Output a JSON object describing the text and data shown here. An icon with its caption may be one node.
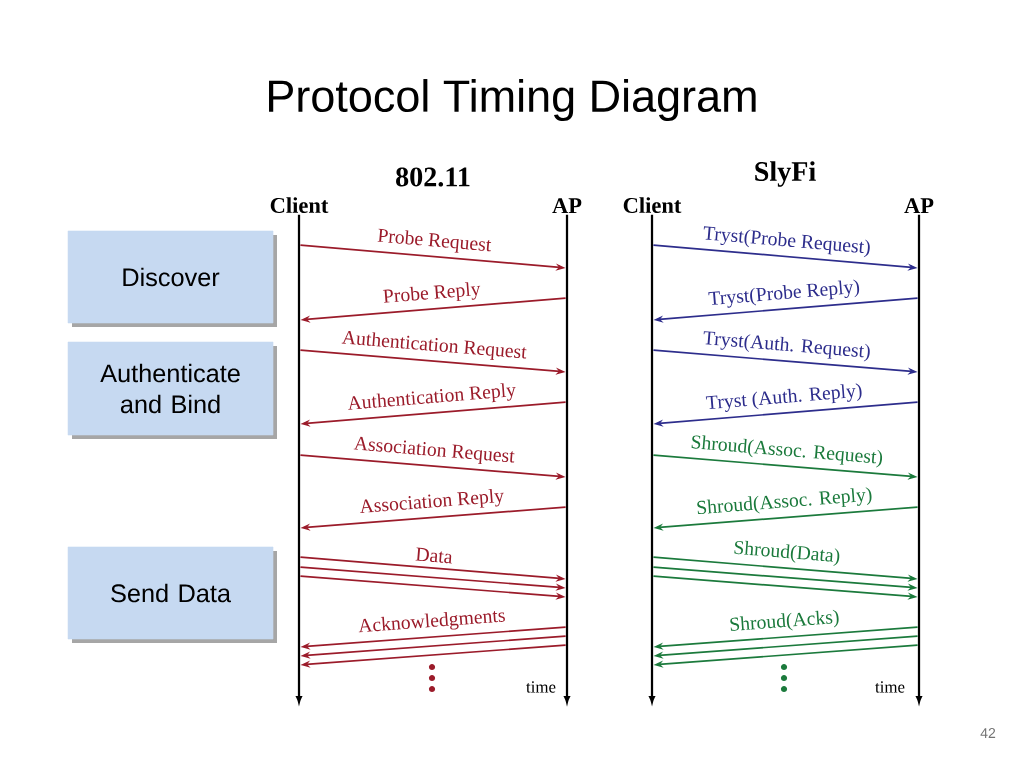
{
  "diagram": {
    "title": "Protocol Timing Diagram",
    "nodes": [
      {
        "text": [
          "Client"
        ]
      },
      {
        "text": [
          "AP"
        ]
      },
      {
        "text": [
          "Client"
        ]
      },
      {
        "text": [
          "AP"
        ]
      },
      {
        "text": [
          "Discover"
        ]
      },
      {
        "text": [
          "Authenticate and Bind"
        ]
      },
      {
        "text": [
          "Send Data"
        ]
      }
    ],
    "edges": [
      {
        "from": 0,
        "to": 1,
        "arrow": "to",
        "label": "Probe Request"
      },
      {
        "from": 1,
        "to": 0,
        "arrow": "to",
        "label": "Probe Reply"
      },
      {
        "from": 0,
        "to": 1,
        "arrow": "to",
        "label": "Authentication Request"
      },
      {
        "from": 1,
        "to": 0,
        "arrow": "to",
        "label": "Authentication Reply"
      },
      {
        "from": 0,
        "to": 1,
        "arrow": "to",
        "label": "Association Request"
      },
      {
        "from": 1,
        "to": 0,
        "arrow": "to",
        "label": "Association Reply"
      },
      {
        "from": 0,
        "to": 1,
        "arrow": "to",
        "label": "Data"
      },
      {
        "from": 0,
        "to": 1,
        "arrow": "to"
      },
      {
        "from": 0,
        "to": 1,
        "arrow": "to"
      },
      {
        "from": 1,
        "to": 0,
        "arrow": "to",
        "label": "Acknowledgments"
      },
      {
        "from": 1,
        "to": 0,
        "arrow": "to"
      },
      {
        "from": 1,
        "to": 0,
        "arrow": "to"
      },
      {
        "from": 2,
        "to": 3,
        "arrow": "to",
        "label": "Tryst(Probe Request)",
        "color": "#2d2d8c"
      },
      {
        "from": 3,
        "to": 2,
        "arrow": "to",
        "label": "Tryst(Probe Reply)",
        "color": "#2d2d8c"
      },
      {
        "from": 2,
        "to": 3,
        "arrow": "to",
        "label": "Tryst(Auth. Request)",
        "color": "#2d2d8c"
      },
      {
        "from": 3,
        "to": 2,
        "arrow": "to",
        "label": "Tryst (Auth. Reply)",
        "color": "#2d2d8c"
      },
      {
        "from": 2,
        "to": 3,
        "arrow": "to",
        "label": "Shroud(Assoc. Request)",
        "color": "#1b7a3c"
      },
      {
        "from": 3,
        "to": 2,
        "arrow": "to",
        "label": "Shroud(Assoc. Reply)",
        "color": "#1b7a3c"
      },
      {
        "from": 2,
        "to": 3,
        "arrow": "to",
        "label": "Shroud(Data)",
        "color": "#1b7a3c"
      },
      {
        "from": 2,
        "to": 3,
        "arrow": "to",
        "color": "#1b7a3c"
      },
      {
        "from": 2,
        "to": 3,
        "arrow": "to",
        "color": "#1b7a3c"
      },
      {
        "from": 3,
        "to": 2,
        "arrow": "to",
        "label": "Shroud(Acks)",
        "color": "#1b7a3c"
      },
      {
        "from": 3,
        "to": 2,
        "arrow": "to",
        "color": "#1b7a3c"
      },
      {
        "from": 3,
        "to": 2,
        "arrow": "to",
        "color": "#1b7a3c"
      }
    ],
    "labels": [
      "802.11",
      "SlyFi",
      "time",
      "time",
      "42"
    ]
  }
}
